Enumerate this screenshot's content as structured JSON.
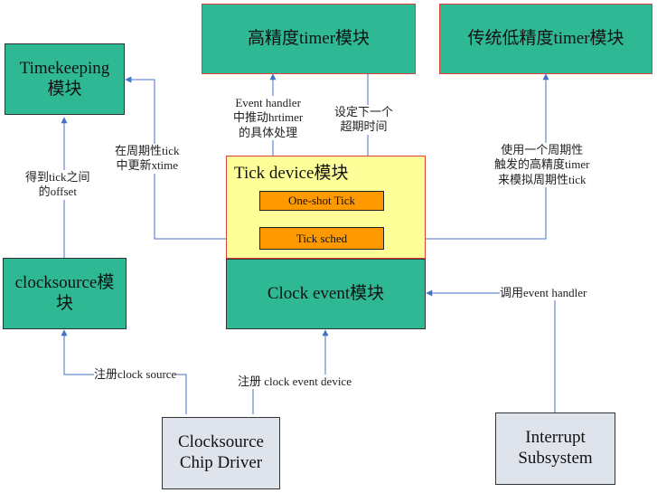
{
  "modules": {
    "timekeeping": {
      "line1": "Timekeeping",
      "line2": "模块"
    },
    "hrtimer": "高精度timer模块",
    "lowres_timer": "传统低精度timer模块",
    "clocksource": {
      "line1": "clocksource模",
      "line2": "块"
    },
    "tick_device": "Tick device模块",
    "one_shot_tick": "One-shot Tick",
    "tick_sched": "Tick sched",
    "clock_event": "Clock event模块",
    "clocksource_driver": {
      "line1": "Clocksource",
      "line2": "Chip Driver"
    },
    "interrupt_subsystem": {
      "line1": "Interrupt",
      "line2": "Subsystem"
    }
  },
  "labels": {
    "get_offset": {
      "line1": "得到tick之间",
      "line2": "的offset"
    },
    "update_xtime": {
      "line1": "在周期性tick",
      "line2": "中更新xtime"
    },
    "event_handler_hrtimer": {
      "line1": "Event handler",
      "line2": "中推动hrtimer",
      "line3": "的具体处理"
    },
    "set_next_expiry": {
      "line1": "设定下一个",
      "line2": "超期时间"
    },
    "periodic_emulation": {
      "line1": "使用一个周期性",
      "line2": "触发的高精度timer",
      "line3": "来模拟周期性tick"
    },
    "register_clocksource": "注册clock source",
    "register_clockevent": "注册 clock event device",
    "call_event_handler": "调用event handler"
  },
  "colors": {
    "module_fill": "#2fb894",
    "driver_fill": "#dfe4ec",
    "tick_device_fill": "#ffff99",
    "tick_component_fill": "#ff9900",
    "highlight_border": "#e0403a",
    "connector": "#4472c4"
  }
}
